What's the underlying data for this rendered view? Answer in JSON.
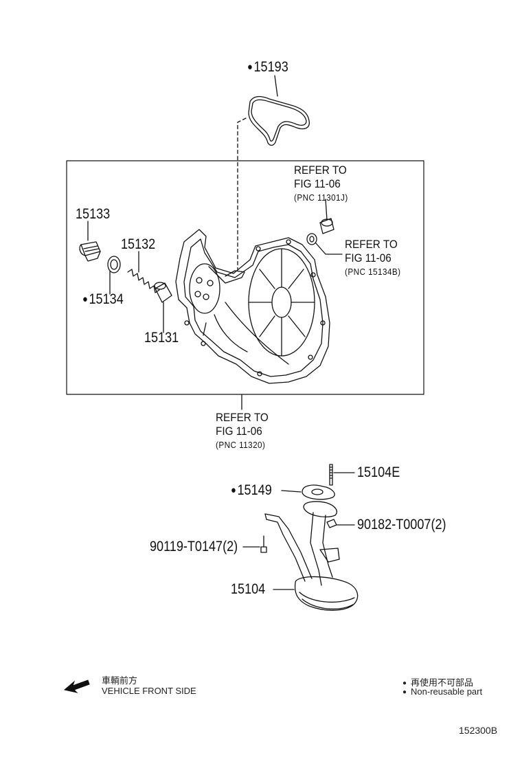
{
  "parts": {
    "p15193": "15193",
    "p15133": "15133",
    "p15132": "15132",
    "p15134": "15134",
    "p15131": "15131",
    "p15104E": "15104E",
    "p15149": "15149",
    "p90182": "90182-T0007(2)",
    "p90119": "90119-T0147(2)",
    "p15104": "15104"
  },
  "refs": {
    "r1": {
      "line1": "REFER TO",
      "line2": "FIG 11-06",
      "pnc": "(PNC 11301J)"
    },
    "r2": {
      "line1": "REFER TO",
      "line2": "FIG 11-06",
      "pnc": "(PNC 15134B)"
    },
    "r3": {
      "line1": "REFER TO",
      "line2": "FIG 11-06",
      "pnc": "(PNC 11320)"
    }
  },
  "legend": {
    "front_jp": "車輌前方",
    "front_en": "VEHICLE FRONT SIDE",
    "nonreuse_jp": "再使用不可部品",
    "nonreuse_en": "Non-reusable part"
  },
  "figure_id": "152300B"
}
